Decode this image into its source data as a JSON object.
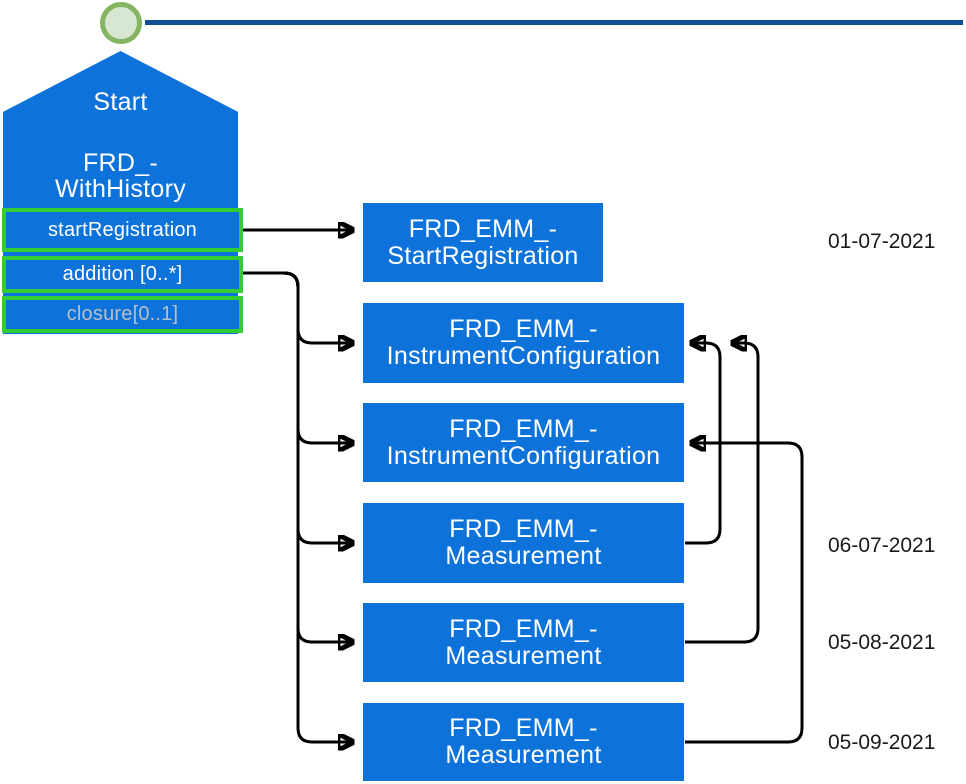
{
  "diagram": {
    "start_node": {
      "title": "Start",
      "name_line1": "FRD_-",
      "name_line2": "WithHistory",
      "operations": [
        {
          "label": "startRegistration"
        },
        {
          "label": "addition [0..*]"
        },
        {
          "label": "closure[0..1]"
        }
      ]
    },
    "events": [
      {
        "line1": "FRD_EMM_-",
        "line2": "StartRegistration"
      },
      {
        "line1": "FRD_EMM_-",
        "line2": "InstrumentConfiguration"
      },
      {
        "line1": "FRD_EMM_-",
        "line2": "InstrumentConfiguration"
      },
      {
        "line1": "FRD_EMM_-",
        "line2": "Measurement"
      },
      {
        "line1": "FRD_EMM_-",
        "line2": "Measurement"
      },
      {
        "line1": "FRD_EMM_-",
        "line2": "Measurement"
      }
    ],
    "dates": [
      "01-07-2021",
      "06-07-2021",
      "05-08-2021",
      "05-09-2021"
    ],
    "colors": {
      "node_blue": "#0d72d9",
      "highlight_green": "#33cc33",
      "timeline_navy": "#0d4e94",
      "marker_ring_green": "#85b563",
      "marker_fill_green": "#d7e7d1",
      "muted_label_gray": "#b9bfc6",
      "arrow_black": "#000000"
    }
  }
}
